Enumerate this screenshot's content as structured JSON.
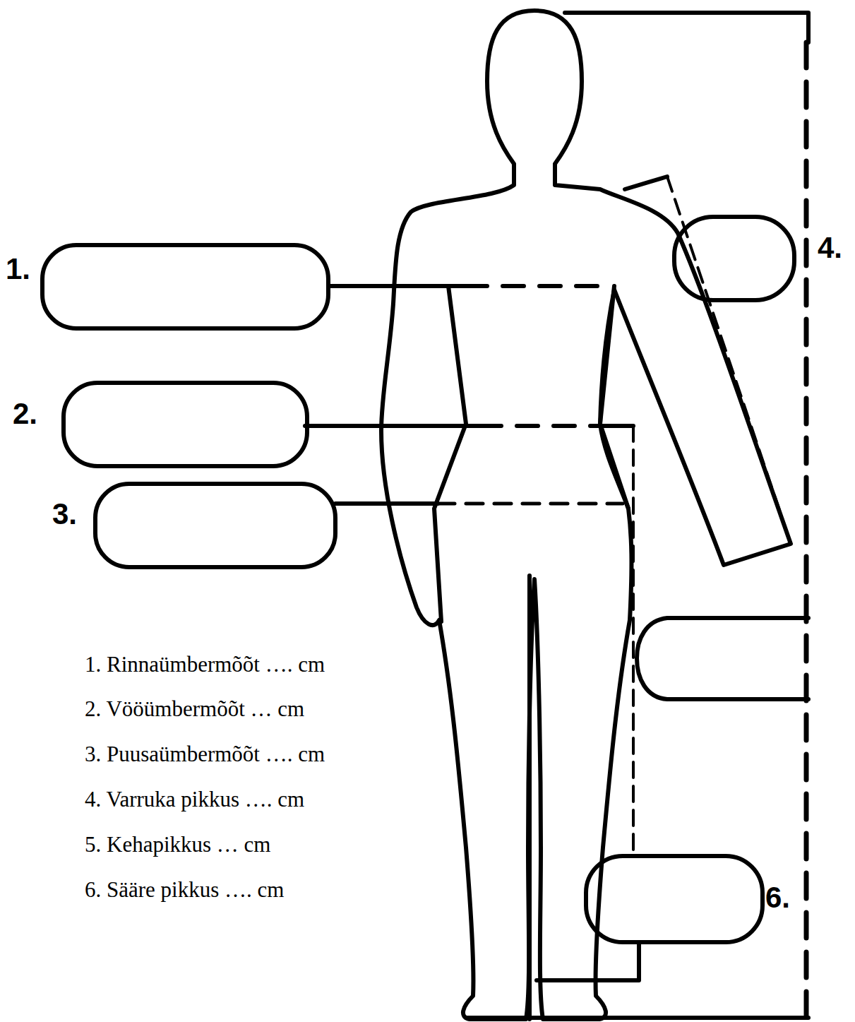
{
  "diagram": {
    "labels": [
      "1.",
      "2.",
      "3.",
      "4.",
      "6.",
      "1. Rinnaümbermõõt …. cm",
      "2. Vööümbermõõt … cm",
      "3. Puusaümbermõõt …. cm",
      "4. Varruka pikkus …. cm",
      "5. Kehapikkus … cm",
      "6. Sääre pikkus …. cm"
    ]
  }
}
